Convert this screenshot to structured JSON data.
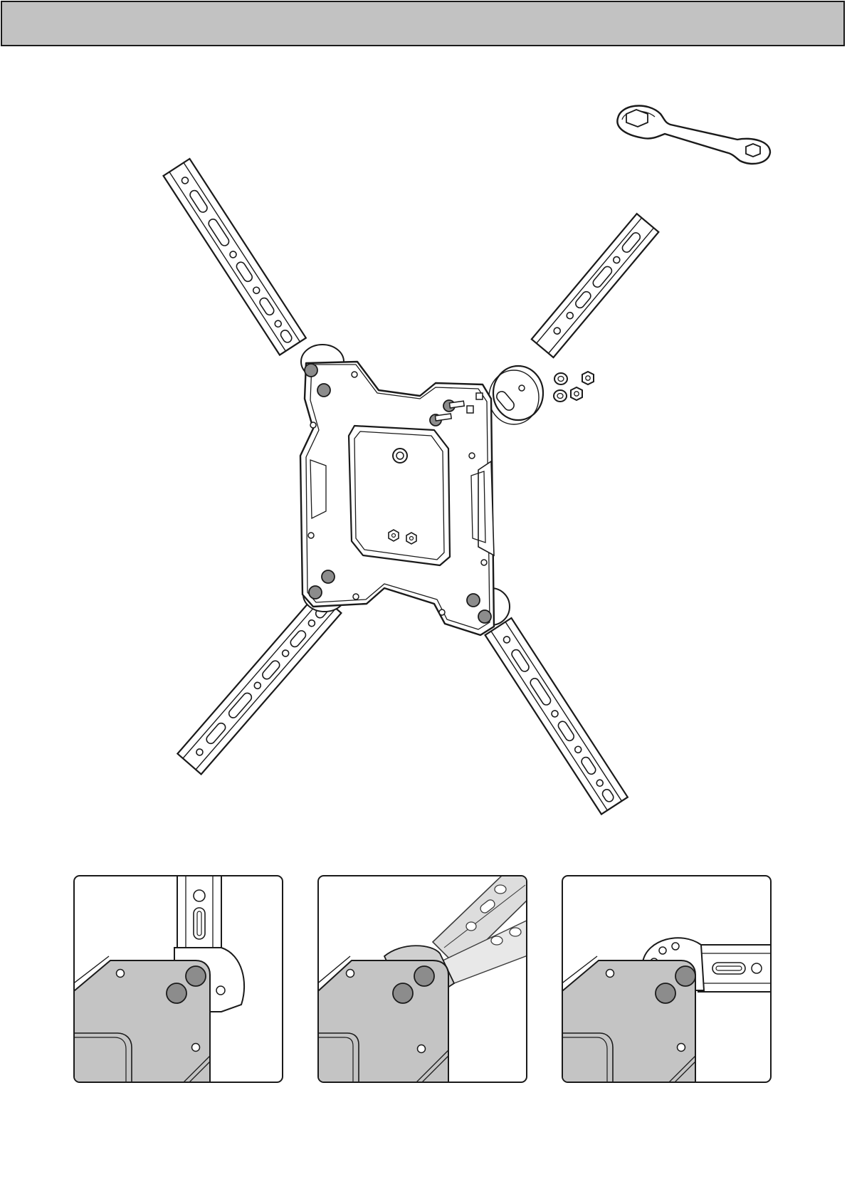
{
  "header": {
    "title": ""
  },
  "colors": {
    "header_fill": "#c2c2c2",
    "outline": "#1a1a1a",
    "plate_fill": "#c4c4c4",
    "hole_fill": "#8c8c8c",
    "arm_tint": "#d8d8d8"
  },
  "figure": {
    "parts": [
      "mounting-plate",
      "adjustment-arm-left-top",
      "adjustment-arm-right-top",
      "adjustment-arm-left-bottom",
      "adjustment-arm-right-bottom",
      "wrench-icon",
      "washer-icon",
      "nut-icon",
      "bolt-icon"
    ]
  },
  "details": [
    {
      "id": "arm-vertical",
      "step": 1
    },
    {
      "id": "arm-rotating",
      "step": 2
    },
    {
      "id": "arm-horizontal",
      "step": 3
    }
  ]
}
